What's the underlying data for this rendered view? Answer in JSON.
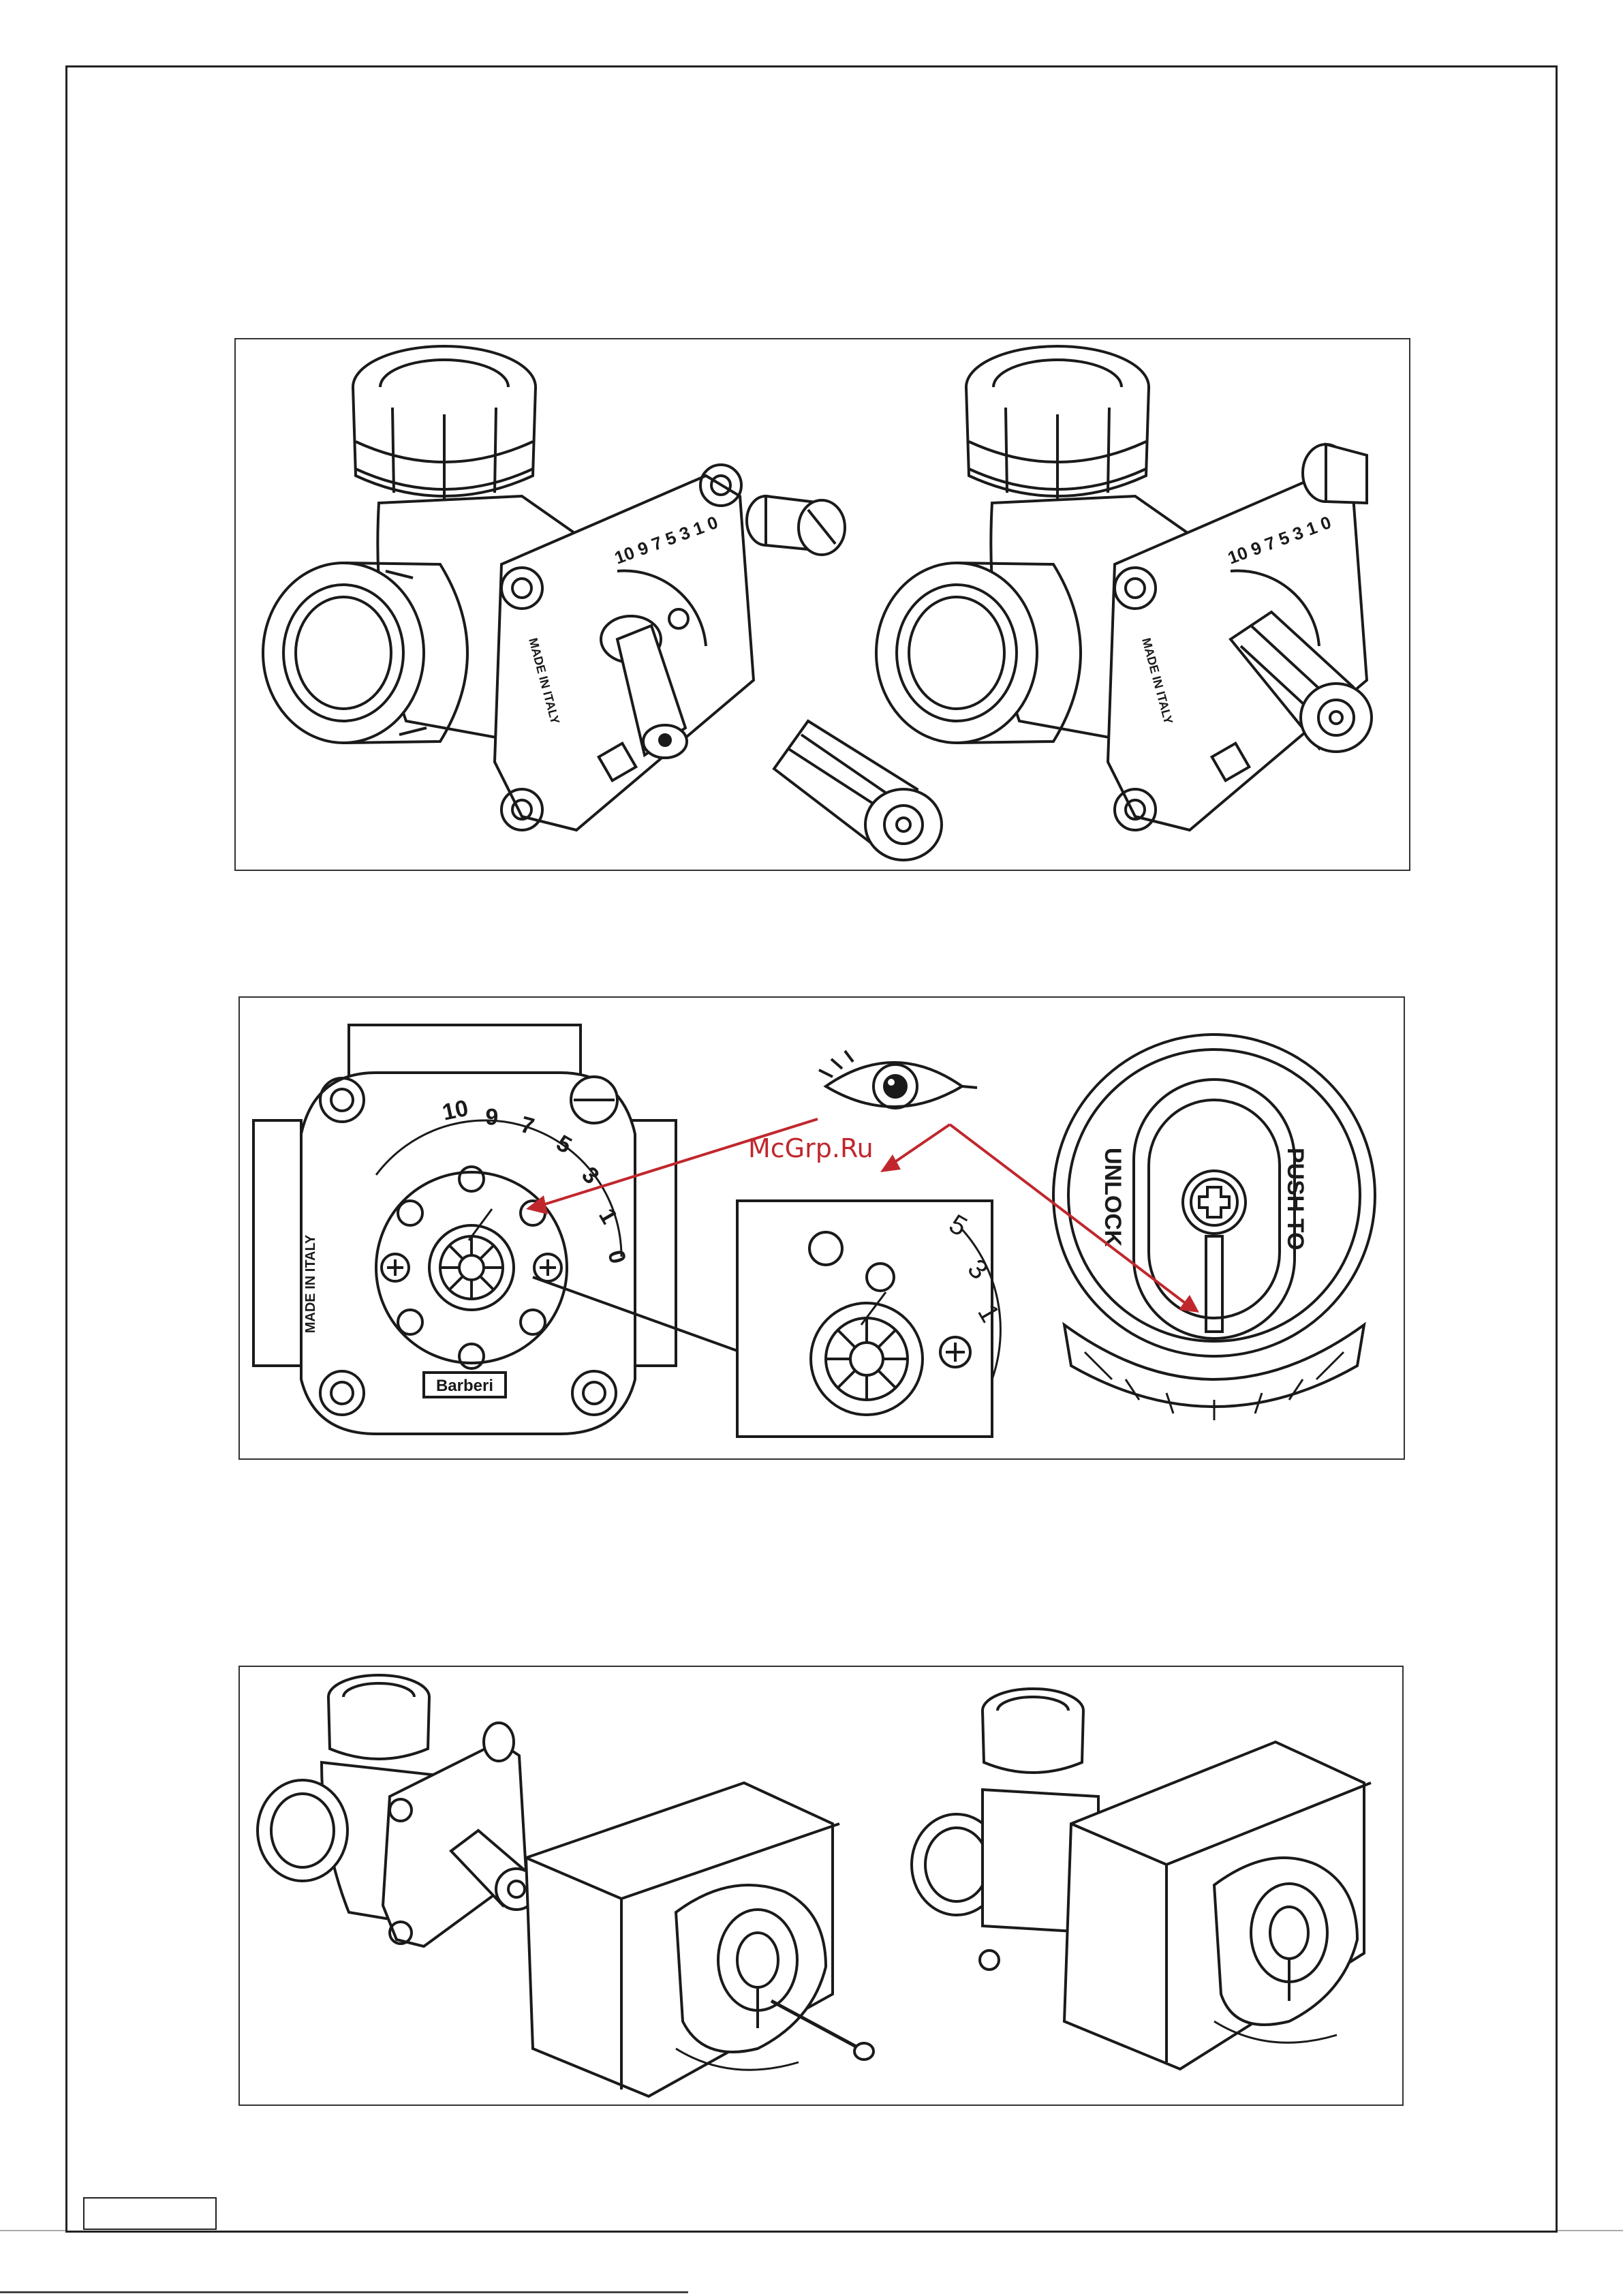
{
  "colors": {
    "ink": "#1a1a1a",
    "accent": "#c0272d",
    "paper": "#ffffff"
  },
  "figure1": {
    "left_plate_scale": "10 9 7 5 3 1 0",
    "left_plate_text": "MADE IN ITALY",
    "right_plate_scale": "10 9 7 5 3 1 0",
    "right_plate_text": "MADE IN ITALY"
  },
  "figure2": {
    "scale_numbers": [
      "10",
      "9",
      "7",
      "5",
      "3",
      "1",
      "0"
    ],
    "plate_text": "MADE IN ITALY",
    "brand": "Barberi",
    "watermark": "McGrp.Ru",
    "detail_numbers": [
      "5",
      "3",
      "1"
    ],
    "knob_text_left": "UNLOCK",
    "knob_text_right": "PUSH TO"
  }
}
